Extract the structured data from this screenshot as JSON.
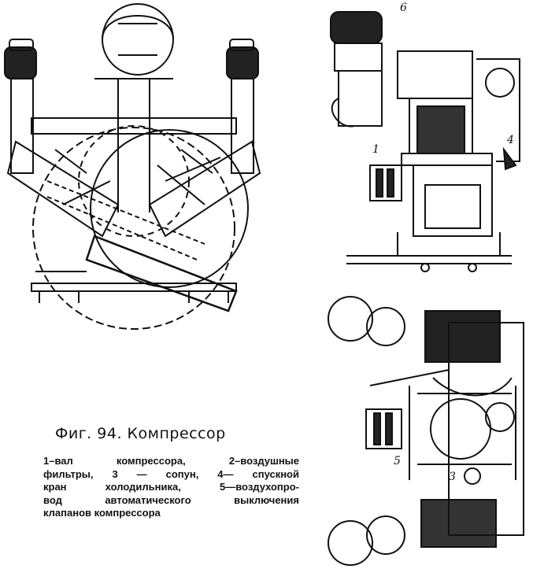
{
  "figure": {
    "title": "Фиг. 94. Компрессор",
    "caption_lines": [
      "1–вал компрессора, 2–воздушные",
      "фильтры, 3 — сопун, 4— спускной",
      "кран холодильника, 5—воздухопро-",
      "вод автоматического выключения",
      "клапанов компрессора"
    ]
  },
  "callouts": {
    "c1": "1",
    "c3": "3",
    "c4": "4",
    "c5": "5",
    "c6": "6"
  }
}
